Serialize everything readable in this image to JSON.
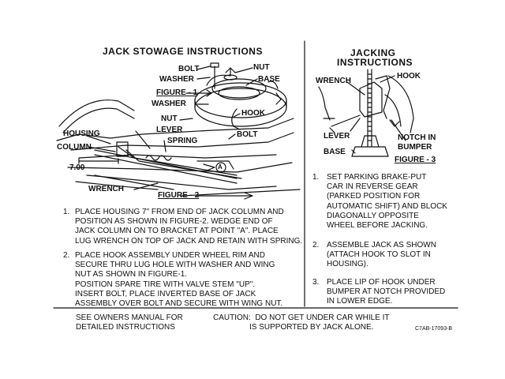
{
  "left_panel": {
    "title": "JACK STOWAGE INSTRUCTIONS",
    "figure1_label": "FIGURE - 1",
    "figure2_label": "FIGURE - 2",
    "labels": {
      "bolt_top": "BOLT",
      "nut_top": "NUT",
      "washer_top": "WASHER",
      "base": "BASE",
      "washer": "WASHER",
      "hook": "HOOK",
      "nut": "NUT",
      "bolt": "BOLT",
      "lever": "LEVER",
      "spring": "SPRING",
      "housing": "HOUSING",
      "column": "COLUMN",
      "dimension": "7.00",
      "point_a": "A",
      "wrench": "WRENCH"
    },
    "instructions": [
      {
        "number": "1.",
        "lines": [
          "PLACE HOUSING 7\" FROM END OF JACK COLUMN AND",
          "POSITION AS SHOWN IN FIGURE-2. WEDGE END OF",
          "JACK COLUMN ON TO BRACKET AT POINT \"A\". PLACE",
          "LUG WRENCH ON TOP OF JACK AND RETAIN WITH SPRING."
        ]
      },
      {
        "number": "2.",
        "lines": [
          "PLACE HOOK ASSEMBLY UNDER WHEEL RIM AND",
          "SECURE THRU LUG HOLE WITH WASHER AND WING",
          "NUT AS SHOWN IN FIGURE-1.",
          "POSITION SPARE TIRE WITH VALVE STEM \"UP\".",
          "INSERT BOLT, PLACE INVERTED BASE OF JACK",
          "ASSEMBLY OVER BOLT AND SECURE WITH WING NUT."
        ]
      }
    ]
  },
  "right_panel": {
    "title_line1": "JACKING",
    "title_line2": "INSTRUCTIONS",
    "figure3_label": "FIGURE - 3",
    "labels": {
      "wrench": "WRENCH",
      "hook": "HOOK",
      "lever": "LEVER",
      "notch_line1": "NOTCH IN",
      "notch_line2": "BUMPER",
      "base": "BASE"
    },
    "instructions": [
      {
        "number": "1.",
        "lines": [
          "SET PARKING BRAKE-PUT",
          "CAR IN REVERSE GEAR",
          "(PARKED POSITION FOR",
          "AUTOMATIC SHIFT) AND BLOCK",
          "DIAGONALLY OPPOSITE",
          "WHEEL BEFORE JACKING."
        ]
      },
      {
        "number": "2.",
        "lines": [
          "ASSEMBLE JACK AS SHOWN",
          "(ATTACH HOOK TO SLOT IN",
          "HOUSING)."
        ]
      },
      {
        "number": "3.",
        "lines": [
          "PLACE LIP OF HOOK UNDER",
          "BUMPER AT NOTCH PROVIDED",
          "IN LOWER EDGE."
        ]
      }
    ]
  },
  "footer": {
    "manual_line1": "SEE OWNERS MANUAL FOR",
    "manual_line2": "DETAILED INSTRUCTIONS",
    "caution_line1": "CAUTION:  DO NOT GET UNDER CAR WHILE IT",
    "caution_line2": "IS SUPPORTED BY JACK ALONE.",
    "part_number": "C7AB-17093-B"
  }
}
